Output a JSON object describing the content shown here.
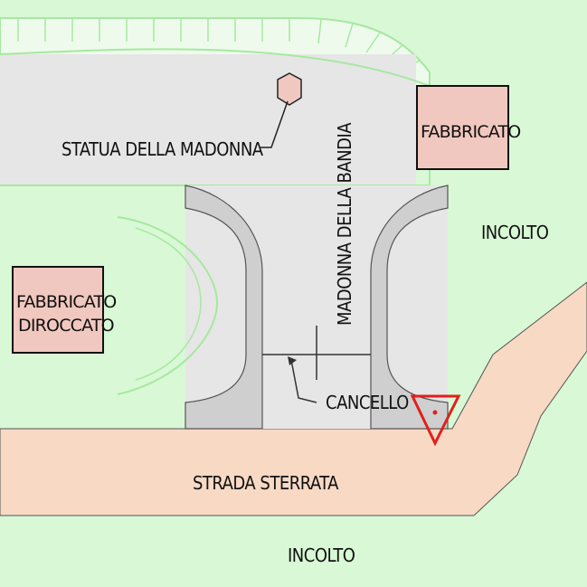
{
  "labels": {
    "statua": "STATUA DELLA MADONNA",
    "road_name": "MADONNA DELLA BANDIA",
    "fabbricato": "FABBRICATO",
    "fabbricato_diroccato_line1": "FABBRICATO",
    "fabbricato_diroccato_line2": "DIROCCATO",
    "incolto_right": "INCOLTO",
    "cancello": "CANCELLO",
    "strada": "STRADA STERRATA",
    "incolto_bottom": "INCOLTO"
  },
  "colors": {
    "background": "#d9f8d6",
    "paved_area": "#e6e6e6",
    "curb": "#cfcfcf",
    "dirt_road": "#f7d9c4",
    "building": "#f1c8bf",
    "vegetation": "#a6e8a1",
    "marker": "#e0201c"
  }
}
